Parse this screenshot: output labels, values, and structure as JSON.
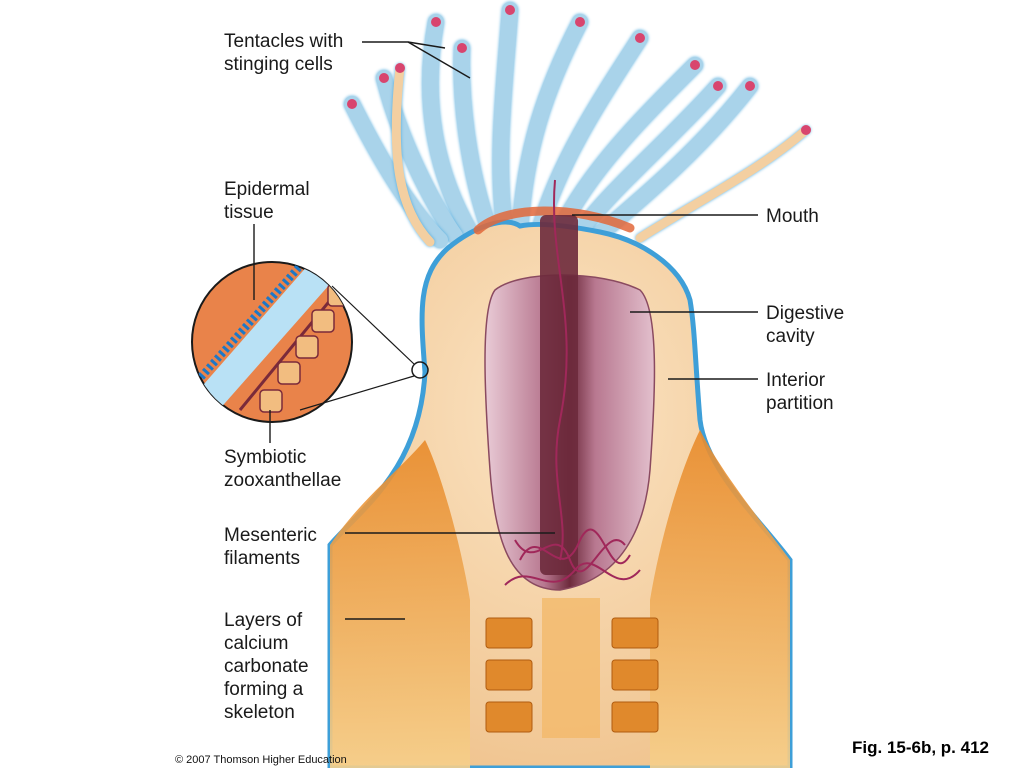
{
  "labels": {
    "tentacles": "Tentacles with\nstinging cells",
    "epidermal": "Epidermal\ntissue",
    "symbiotic": "Symbiotic\nzooxanthellae",
    "mesenteric": "Mesenteric\nfilaments",
    "layers": "Layers of\ncalcium\ncarbonate\nforming a\nskeleton",
    "mouth": "Mouth",
    "digestive": "Digestive\ncavity",
    "interior": "Interior\npartition"
  },
  "credit": "© 2007 Thomson Higher Education",
  "figure_ref": "Fig. 15-6b, p. 412",
  "colors": {
    "tentacle": "#a9d3ea",
    "tentacle_edge": "#4aa8dc",
    "tentacle_tip": "#d8456e",
    "body": "#f3cfa1",
    "body_edge": "#3e9fd8",
    "cavity": "#c07d96",
    "cavity_dark": "#6d2a3c",
    "skeleton": "#e0892c",
    "skeleton_light": "#f6cb7e",
    "filament": "#a0285a",
    "mouth_rim": "#e2673a",
    "zoox_cell": "#f2bd80",
    "epidermis": "#87c9ee"
  }
}
